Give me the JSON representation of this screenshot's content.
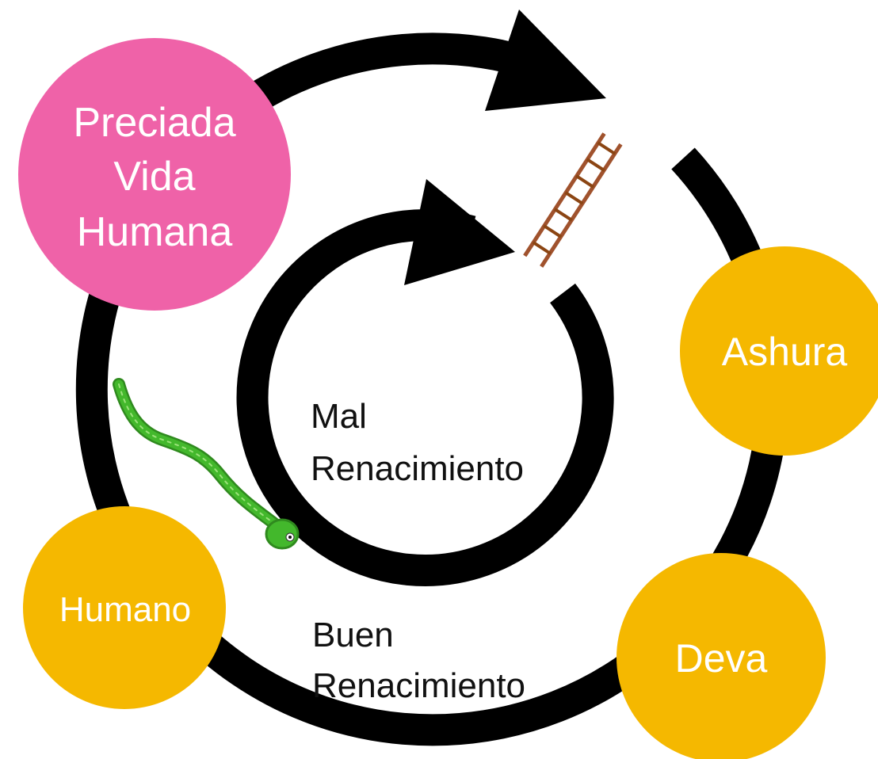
{
  "colors": {
    "precious_node": "#ef62a8",
    "realm_node": "#f5b800",
    "cycle_stroke": "#000000",
    "node_text": "#ffffff",
    "label_text": "#111111",
    "snake_body": "#43b82c",
    "ladder_wood": "#a0522d"
  },
  "nodes": {
    "precious_human_life": {
      "lines": [
        "Preciada",
        "Vida",
        "Humana"
      ]
    },
    "ashura": {
      "label": "Ashura"
    },
    "humano": {
      "label": "Humano"
    },
    "deva": {
      "label": "Deva"
    }
  },
  "cycles": {
    "inner": {
      "line1": "Mal",
      "line2": "Renacimiento"
    },
    "outer": {
      "line1": "Buen",
      "line2": "Renacimiento"
    }
  },
  "icons": [
    "snake-icon",
    "ladder-icon"
  ]
}
